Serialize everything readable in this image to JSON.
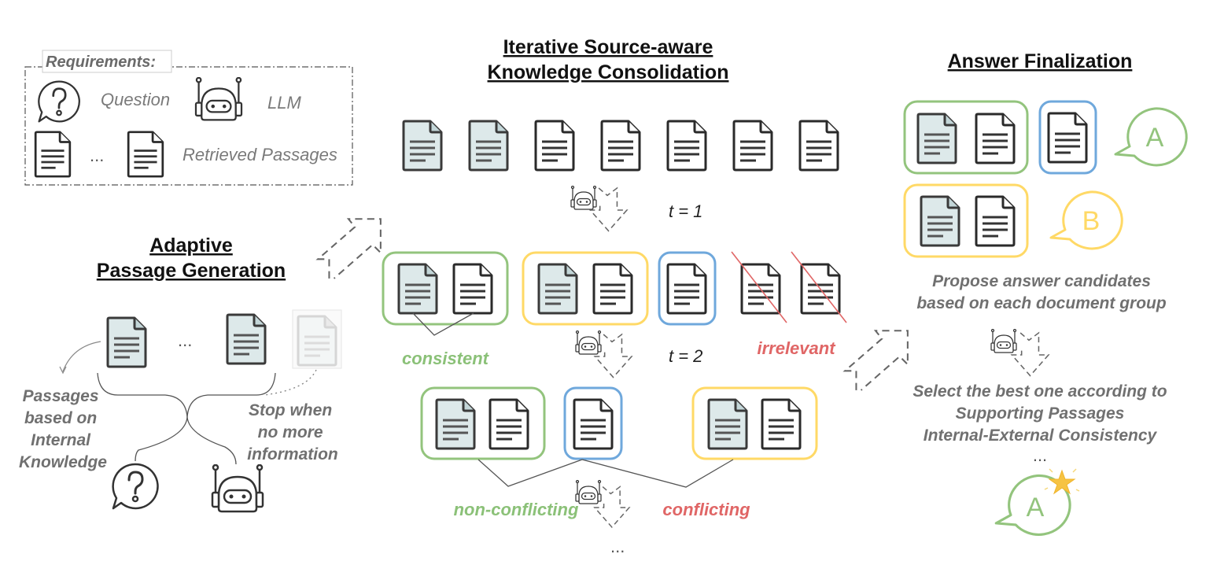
{
  "colors": {
    "green": "#93c47d",
    "yellow": "#ffd966",
    "blue": "#6fa8dc",
    "red": "#e06666",
    "doc_shaded_fill": "#dde9ea",
    "doc_plain_fill": "#ffffff",
    "ink": "#333333",
    "gray_text": "#707070"
  },
  "requirements": {
    "header": "Requirements:",
    "question_label": "Question",
    "llm_label": "LLM",
    "passages_ellipsis": "...",
    "passages_label": "Retrieved Passages",
    "icons": [
      "question-bubble-icon",
      "robot-icon",
      "document-icon"
    ]
  },
  "adaptive_generation": {
    "title_line1": "Adaptive",
    "title_line2": "Passage Generation",
    "docs_ellipsis": "...",
    "left_note": [
      "Passages",
      "based on",
      "Internal",
      "Knowledge"
    ],
    "right_note": [
      "Stop when",
      "no more",
      "information"
    ]
  },
  "consolidation": {
    "title_line1": "Iterative Source-aware",
    "title_line2": "Knowledge Consolidation",
    "initial_docs": [
      "internal",
      "internal",
      "external",
      "external",
      "external",
      "external",
      "external"
    ],
    "step1_label": "t = 1",
    "step2_label": "t = 2",
    "round1_groups": [
      {
        "color": "green",
        "docs": [
          "internal",
          "external"
        ]
      },
      {
        "color": "yellow",
        "docs": [
          "internal",
          "external"
        ]
      },
      {
        "color": "blue",
        "docs": [
          "external"
        ]
      }
    ],
    "irrelevant_docs": 2,
    "consistent_label": "consistent",
    "irrelevant_label": "irrelevant",
    "round2_groups": [
      {
        "color": "green",
        "docs": [
          "internal",
          "external"
        ]
      },
      {
        "color": "blue",
        "docs": [
          "external"
        ]
      },
      {
        "color": "yellow",
        "docs": [
          "internal",
          "external"
        ]
      }
    ],
    "non_conflicting_label": "non-conflicting",
    "conflicting_label": "conflicting",
    "more_ellipsis": "..."
  },
  "finalization": {
    "title": "Answer Finalization",
    "candidate_a": "A",
    "candidate_b": "B",
    "propose_line1": "Propose answer candidates",
    "propose_line2": "based on each document group",
    "select_line1": "Select the best one according to",
    "select_line2": "Supporting Passages",
    "select_line3": "Internal-External Consistency",
    "select_ellipsis": "...",
    "final_answer": "A"
  }
}
